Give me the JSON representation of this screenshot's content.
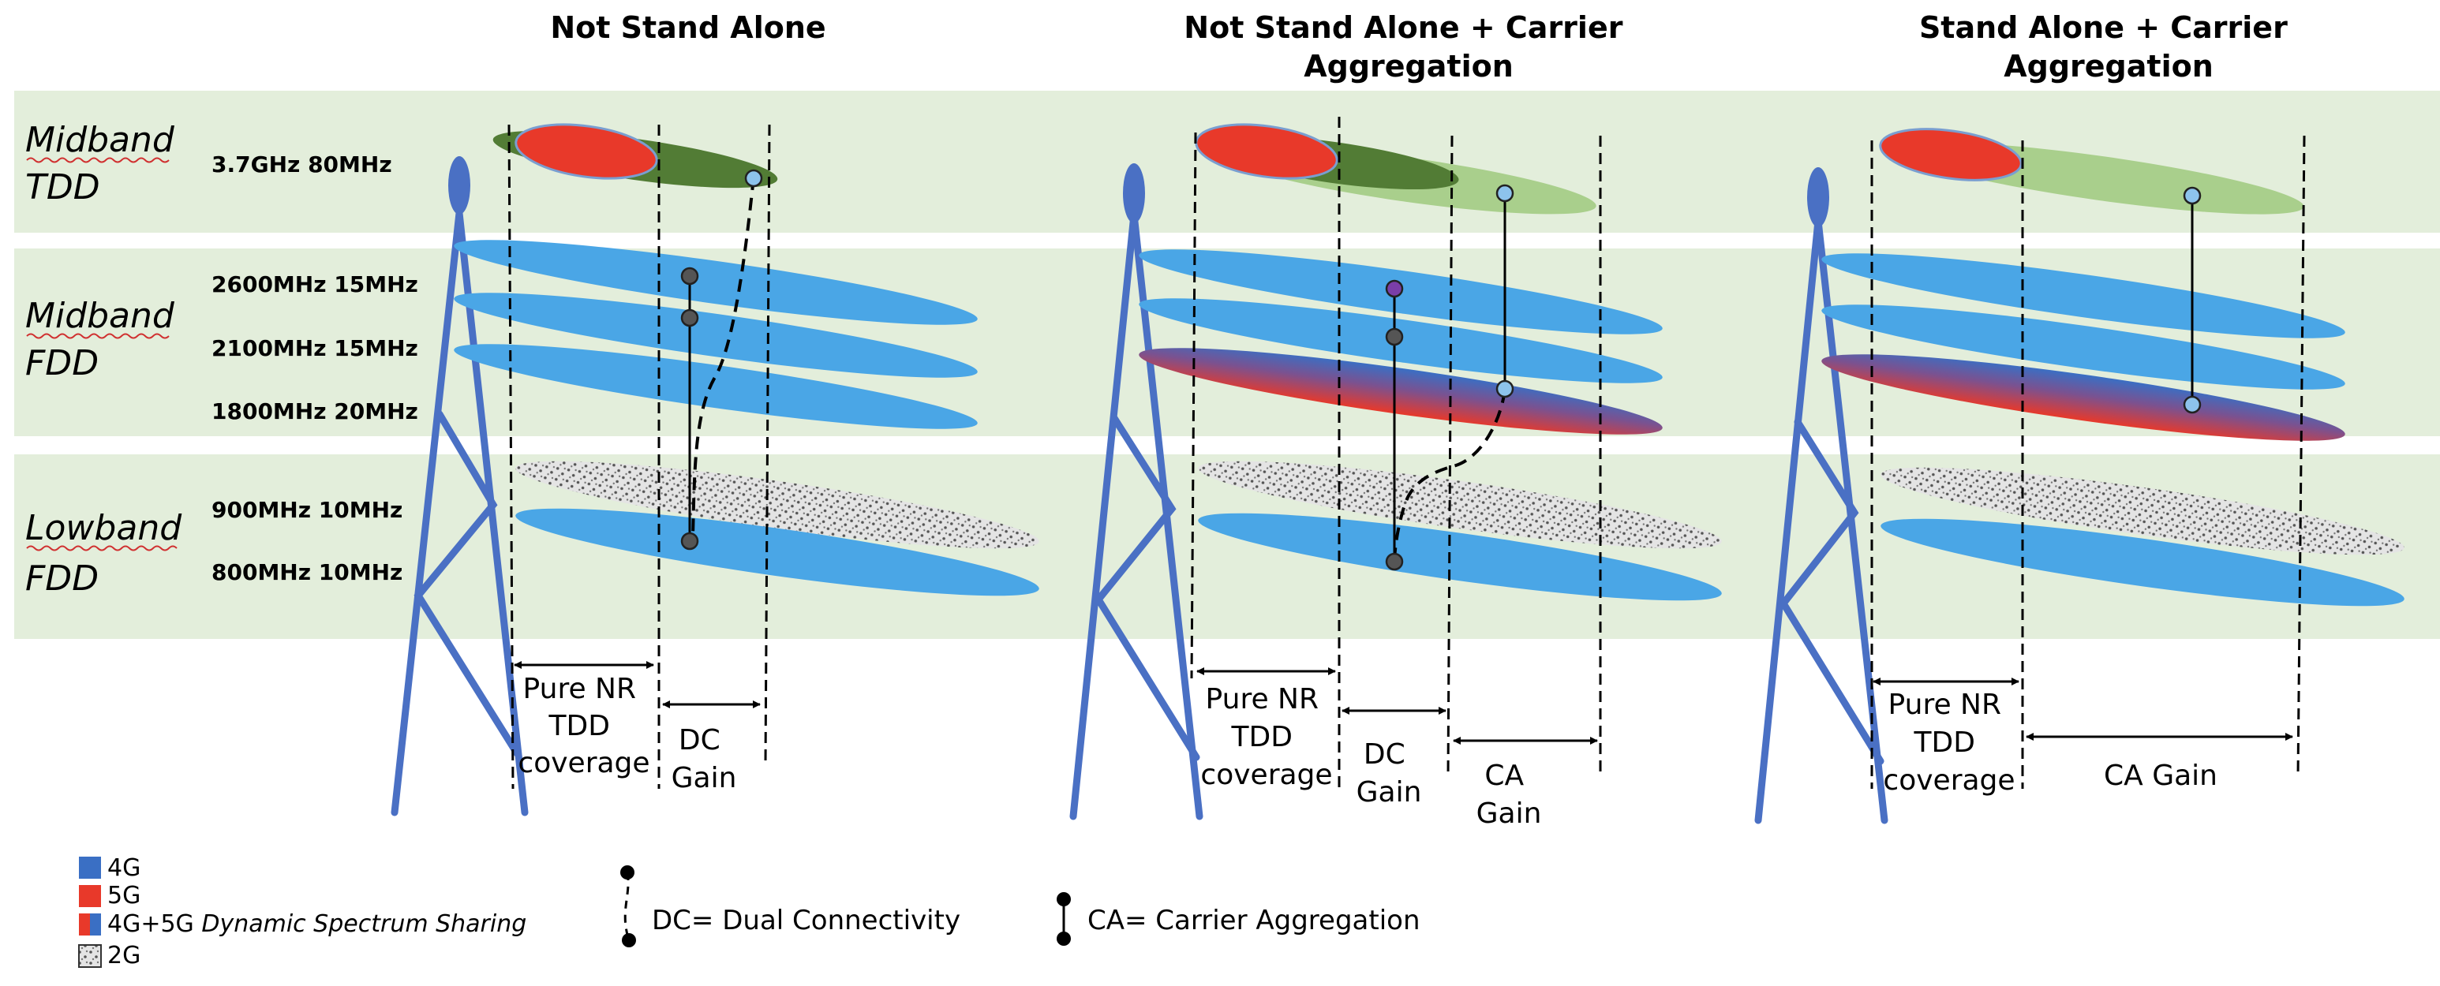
{
  "columns": [
    {
      "title_lines": [
        "Not Stand Alone"
      ]
    },
    {
      "title_lines": [
        "Not Stand Alone + Carrier",
        "Aggregation"
      ]
    },
    {
      "title_lines": [
        "Stand Alone + Carrier",
        "Aggregation"
      ]
    }
  ],
  "bands": [
    {
      "name_lines": [
        "Midband",
        "TDD"
      ]
    },
    {
      "name_lines": [
        "Midband",
        "FDD"
      ]
    },
    {
      "name_lines": [
        "Lowband",
        "FDD"
      ]
    }
  ],
  "frequencies": [
    "3.7GHz 80MHz",
    "2600MHz 15MHz",
    "2100MHz 15MHz",
    "1800MHz 20MHz",
    "900MHz 10MHz",
    "800MHz 10MHz"
  ],
  "gains": {
    "pure_nr": [
      "Pure NR",
      "TDD",
      "coverage"
    ],
    "dc_gain": [
      "DC",
      "Gain"
    ],
    "ca_gain_stacked": [
      "CA",
      "Gain"
    ],
    "ca_gain_inline": "CA Gain"
  },
  "legend": {
    "items": [
      {
        "key": "4g",
        "label": "4G",
        "color": "#3a6fc4"
      },
      {
        "key": "5g",
        "label": "5G",
        "color": "#e8392a"
      },
      {
        "key": "dss",
        "label_plain": "4G+5G ",
        "label_italic": "Dynamic Spectrum Sharing"
      },
      {
        "key": "2g",
        "label": "2G"
      }
    ],
    "dc": "DC= Dual Connectivity",
    "ca": "CA= Carrier Aggregation"
  },
  "colors": {
    "band_bg": "#e3eedb",
    "ellipse_blue": "#4aa6e6",
    "red": "#e8392a",
    "dark_green": "#527c35",
    "light_green": "#a9cf8c",
    "tower": "#4a70c4",
    "node_light": "#8dc3ec",
    "node_dark": "#555555",
    "node_purple": "#7a3ea8"
  }
}
